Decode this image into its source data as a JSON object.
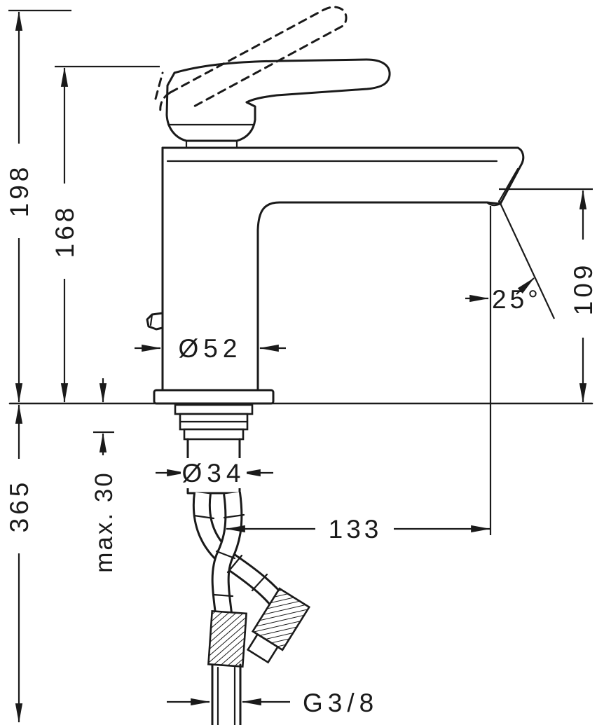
{
  "drawing": {
    "subject": "single-lever basin mixer faucet dimensional drawing, side view",
    "line_color": "#1a1a1a",
    "background_color": "#ffffff"
  },
  "dimensions": {
    "total_height": "198",
    "height_to_spout": "168",
    "installation_depth": "365",
    "max_deck_thickness": "max. 30",
    "body_diameter": "Ø52",
    "hole_diameter": "Ø34",
    "spout_reach": "133",
    "outlet_height": "109",
    "spray_angle": "25°",
    "connection_thread": "G3/8"
  }
}
